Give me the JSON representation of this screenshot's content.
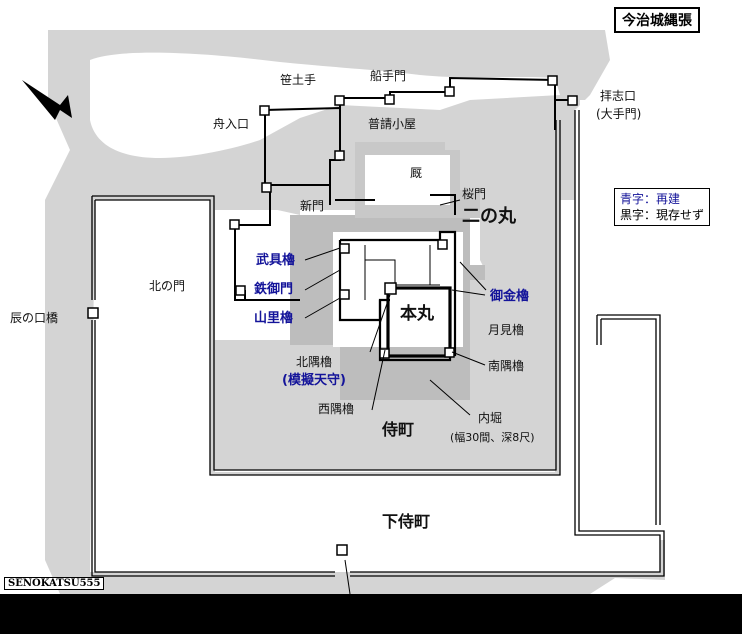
{
  "title": "今治城縄張",
  "credit": "SENOKATSU555",
  "legend": {
    "blue_text": "青字：再建",
    "black_text": "黒字：現存せず"
  },
  "labels": {
    "sasa_doteya": "笹土手",
    "funate_mon": "船手門",
    "fune_iriguchi": "舟入口",
    "fushin_koya": "普請小屋",
    "umaya": "厩",
    "sakura_mon": "桜門",
    "shin_mon": "新門",
    "ninomaru": "二の丸",
    "hoshi_guchi": "拝志口",
    "ote_mon": "(大手門)",
    "bugu_yagura": "武具櫓",
    "tetsu_gomon": "鉄御門",
    "yamazato_yagura": "山里櫓",
    "kita_no_mon": "北の門",
    "tatsu_no_kuchi_bashi": "辰の口橋",
    "honmaru": "本丸",
    "tsukimi_yagura": "月見櫓",
    "gokane_yagura": "御金櫓",
    "kitasumi_yagura": "北隅櫓",
    "mogi_tenshu": "(模擬天守)",
    "minamisumi_yagura": "南隅櫓",
    "nishisumi_yagura": "西隅櫓",
    "uchibori": "内堀",
    "uchibori_size": "(幅30間、深8尺)",
    "samurai_machi": "侍町",
    "shimo_samurai_machi": "下侍町"
  },
  "colors": {
    "water": "#d4d4d4",
    "inner_moat": "#bdbdbd",
    "wall": "#000000",
    "rebuilt_text": "#14149a"
  },
  "icons": {
    "north": "north-arrow-icon"
  }
}
